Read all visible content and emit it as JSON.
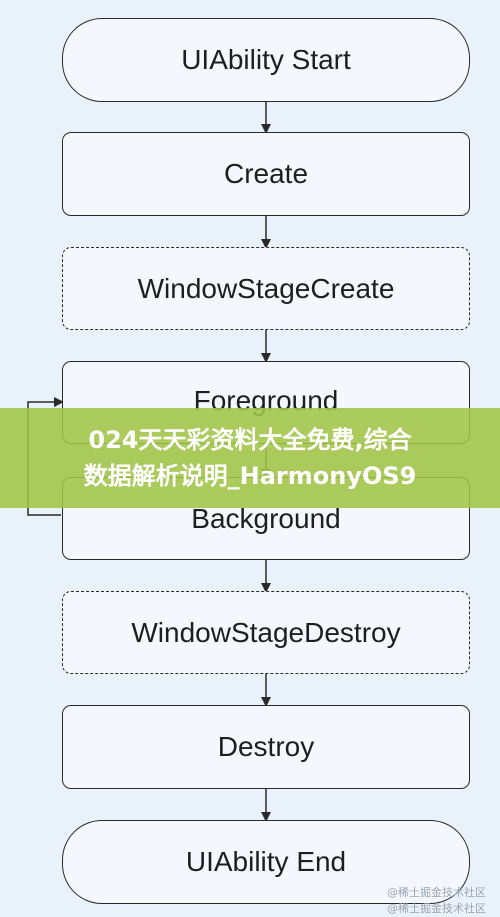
{
  "nodes": [
    {
      "label": "UIAbility Start"
    },
    {
      "label": "Create"
    },
    {
      "label": "WindowStageCreate"
    },
    {
      "label": "Foreground"
    },
    {
      "label": "Background"
    },
    {
      "label": "WindowStageDestroy"
    },
    {
      "label": "Destroy"
    },
    {
      "label": "UIAbility End"
    }
  ],
  "banner": {
    "line1": "024天天彩资料大全免费,综合",
    "line2": "数据解析说明_HarmonyOS9"
  },
  "watermark": {
    "line1": "@稀土掘金技术社区",
    "line2": "@稀土掘金技术社区"
  },
  "colors": {
    "background": "#e9f1fb",
    "box_fill": "#f4f8fd",
    "stroke": "#2a2a2a",
    "banner": "#a0c446"
  }
}
